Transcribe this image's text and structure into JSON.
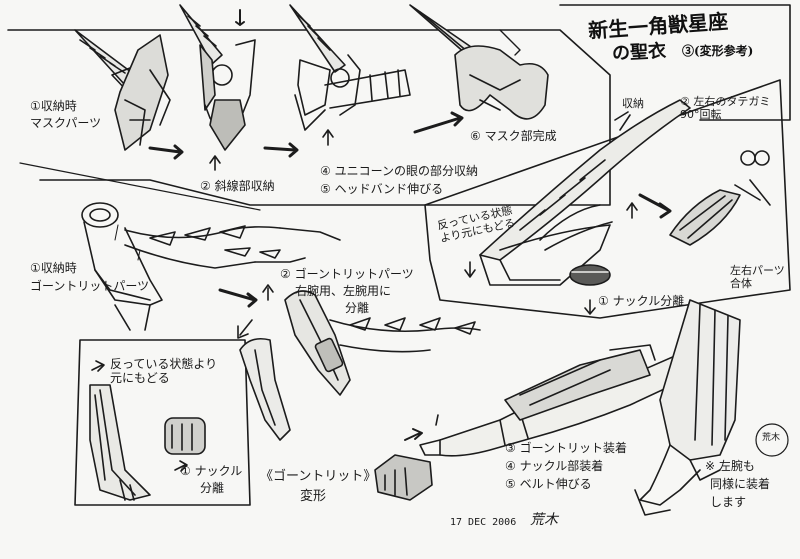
{
  "title": {
    "line1": "新生一角獣星座",
    "line2": "の聖衣",
    "line3": "③(変形参考)"
  },
  "panel_mask": {
    "label_1": "①収納時",
    "label_1b": "マスクパーツ",
    "label_2": "② 斜線部収納",
    "label_4": "④ ユニコーンの眼の部分収納",
    "label_5": "⑤ ヘッドバンド伸びる",
    "label_6": "⑥ マスク部完成"
  },
  "panel_knuckle": {
    "storage_label": "収納",
    "step_2": "② 左右のタテガミ 90°回転",
    "step_revert": "反っている状態より元にもどる",
    "step_knuckle": "① ナックル分離",
    "step_combine": "左右パーツ合体"
  },
  "panel_gauntlet": {
    "label_1": "①収納時",
    "label_1b": "ゴーントリットパーツ",
    "label_2a": "② ゴーントリットパーツ",
    "label_2b": "右腕用、左腕用に",
    "label_2c": "分離"
  },
  "panel_bottom": {
    "revert": "反っている状態より元にもどる",
    "knuckle_sep_a": "① ナックル",
    "knuckle_sep_b": "分離",
    "transform_a": "《ゴーントリット》",
    "transform_b": "変形",
    "step_3": "③ ゴーントリット装着",
    "step_4": "④ ナックル部装着",
    "step_5": "⑤ ベルト伸びる",
    "left_arm_a": "※ 左腕も",
    "left_arm_b": "同様に装着",
    "left_arm_c": "します",
    "date": "17 DEC 2006",
    "signature": "荒木"
  },
  "stamp": "荒木",
  "colors": {
    "ink": "#1c1c1c",
    "paper": "#f7f7f5"
  }
}
